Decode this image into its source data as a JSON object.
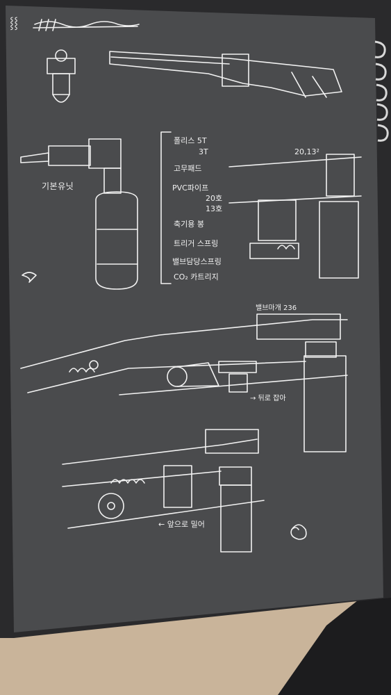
{
  "scene": {
    "subject": "sketchbook-page-with-white-pen-mechanical-drawings",
    "colors": {
      "paper": "#4a4b4d",
      "ink": "#f2f2f2",
      "desk": "#c9b49a",
      "edge": "#2a2a2c",
      "cloth": "#1c1c1e"
    }
  },
  "labels": {
    "header": "⸾⸾",
    "basic_unit": "기본유닛",
    "parts_list": [
      "폴리스 5T",
      "3T",
      "고무패드",
      "PVC파이프",
      "20호",
      "13호",
      "축기용 봉",
      "트리거 스프링",
      "밸브담당스프링",
      "CO₂ 카트리지"
    ],
    "dims": "20,13²",
    "valve_note": "밸브마개 236",
    "pull_back": "→ 뒤로 잡아",
    "push_in": "← 앞으로 밀어"
  }
}
